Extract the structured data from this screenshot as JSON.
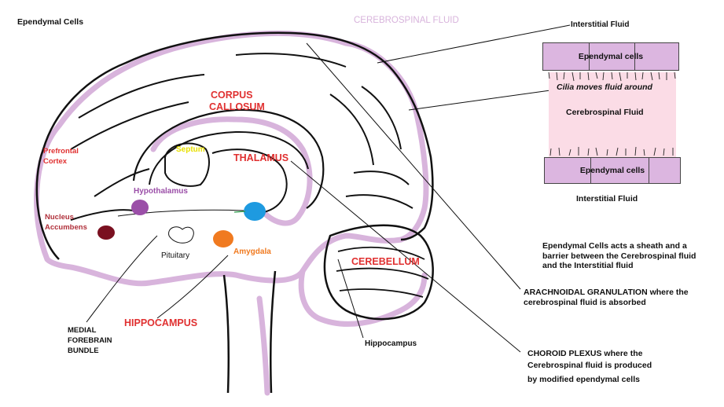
{
  "labels": {
    "ependymal_cells_title": "Ependymal Cells",
    "cerebrospinal_fluid_title": "CEREBROSPINAL FLUID",
    "corpus_callosum_line1": "CORPUS",
    "corpus_callosum_line2": "CALLOSUM",
    "prefrontal_line1": "Prefrontal",
    "prefrontal_line2": "Cortex",
    "septum": "Septum",
    "thalamus": "THALAMUS",
    "hypothalamus": "Hypothalamus",
    "nucleus_line1": "Nucleus",
    "nucleus_line2": "Accumbens",
    "pituitary": "Pituitary",
    "amygdala": "Amygdala",
    "cerebellum": "CEREBELLUM",
    "hippocampus_red": "HIPPOCAMPUS",
    "hippocampus_black": "Hippocampus",
    "mfb_line1": "MEDIAL",
    "mfb_line2": "FOREBRAIN",
    "mfb_line3": "BUNDLE"
  },
  "inset": {
    "interstitial_top": "Interstitial Fluid",
    "ependymal_top": "Ependymal cells",
    "cilia": "Cilia moves fluid around",
    "csf": "Cerebrospinal Fluid",
    "ependymal_bottom": "Ependymal cells",
    "interstitial_bottom": "Interstitial Fluid"
  },
  "notes": {
    "sheath": "Ependymal Cells acts a sheath and a barrier between the Cerebrospinal fluid and the Interstitial fluid",
    "arachnoidal": "ARACHNOIDAL GRANULATION where the cerebrospinal fluid is absorbed",
    "choroid_line1": "CHOROID PLEXUS where the",
    "choroid_line2": "Cerebrospinal fluid is produced",
    "choroid_line3": "by modified ependymal cells"
  },
  "colors": {
    "csf_outline": "#d8b4dc",
    "label_red": "#e03030",
    "septum_yellow": "#e8e000",
    "hypothalamus_purple": "#9b4fa8",
    "nucleus_dark_red": "#7a1020",
    "thalamus_blue": "#1e9ae0",
    "amygdala_orange": "#f07a20",
    "ependymal_box": "#dcb6e0",
    "csf_zone_pink": "#fbdce6"
  }
}
